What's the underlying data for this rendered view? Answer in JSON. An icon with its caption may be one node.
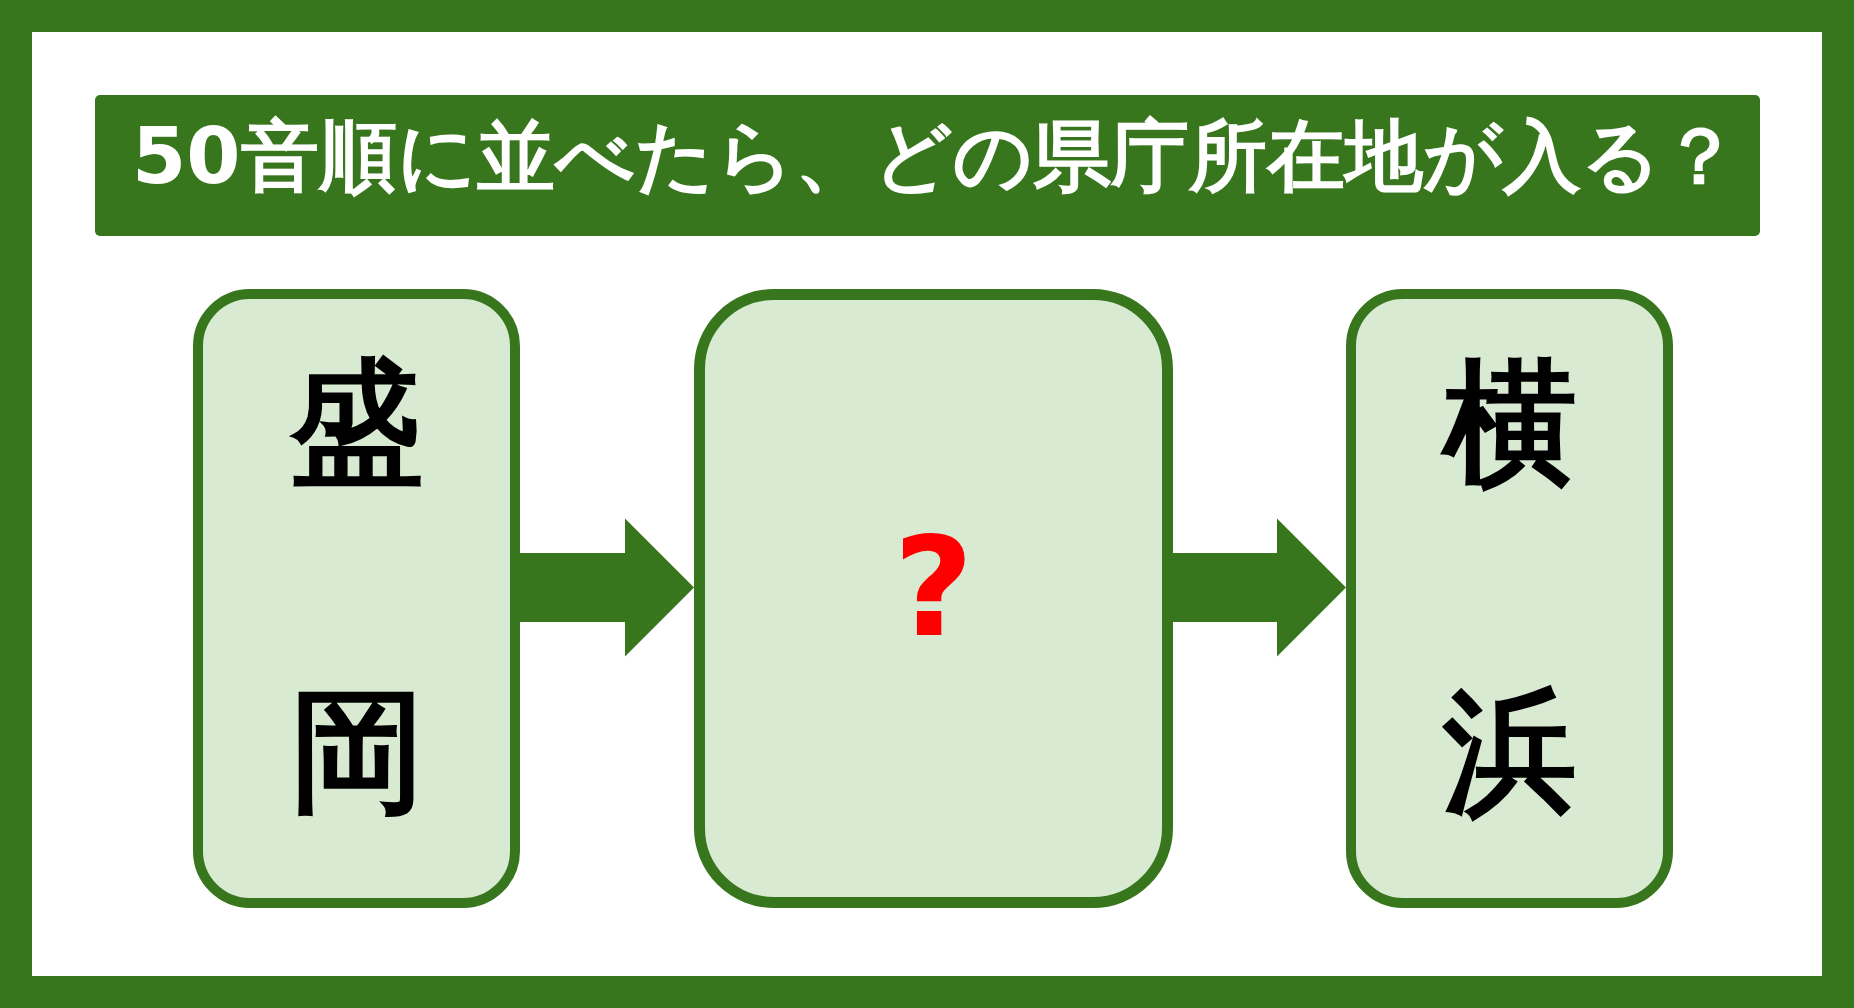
{
  "diagram": {
    "title": "50音順に並べたら、どの県庁所在地が入る？",
    "nodes": [
      {
        "text": [
          "盛岡"
        ]
      },
      {
        "text": [
          "?"
        ]
      },
      {
        "text": [
          "横浜"
        ]
      }
    ],
    "edges": [
      {
        "from": 0,
        "to": 1,
        "arrow": "to"
      },
      {
        "from": 1,
        "to": 2,
        "arrow": "to"
      }
    ]
  }
}
